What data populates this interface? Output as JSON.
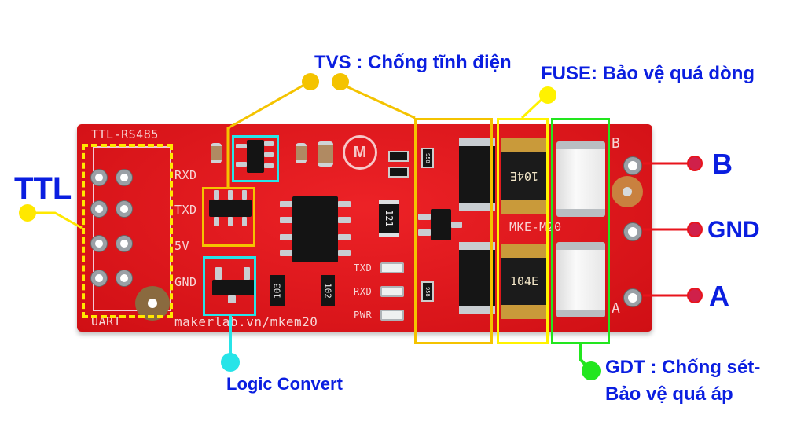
{
  "callouts": {
    "tvs": "TVS : Chống tĩnh điện",
    "fuse": "FUSE: Bảo vệ quá dòng",
    "ttl": "TTL",
    "logic_convert": "Logic Convert",
    "gdt_line1": "GDT : Chống sét-",
    "gdt_line2": "Bảo vệ quá áp",
    "terminal_b": "B",
    "terminal_gnd": "GND",
    "terminal_a": "A"
  },
  "board": {
    "title_silk": "TTL-RS485",
    "uart_silk": "UART",
    "url_silk": "makerlab.vn/mkem20",
    "model_silk": "MKE-M20",
    "ttl_pins": [
      "RXD",
      "TXD",
      "5V",
      "GND"
    ],
    "led_labels": [
      "TXD",
      "RXD",
      "PWR"
    ],
    "resistor_codes": [
      "121",
      "103",
      "102",
      "958",
      "958"
    ],
    "fuse_codes": [
      "104E",
      "104E"
    ],
    "rs485_silk": [
      "B",
      "A"
    ]
  },
  "colors": {
    "label_blue": "#0a1ee0",
    "tvs_yellow": "#f4c300",
    "fuse_yellow": "#fff200",
    "ttl_yellow": "#ffe800",
    "gdt_green": "#22e61e",
    "logic_cyan": "#27e4e8",
    "terminal_red": "#e8141c",
    "board_red": "#e3141b"
  }
}
